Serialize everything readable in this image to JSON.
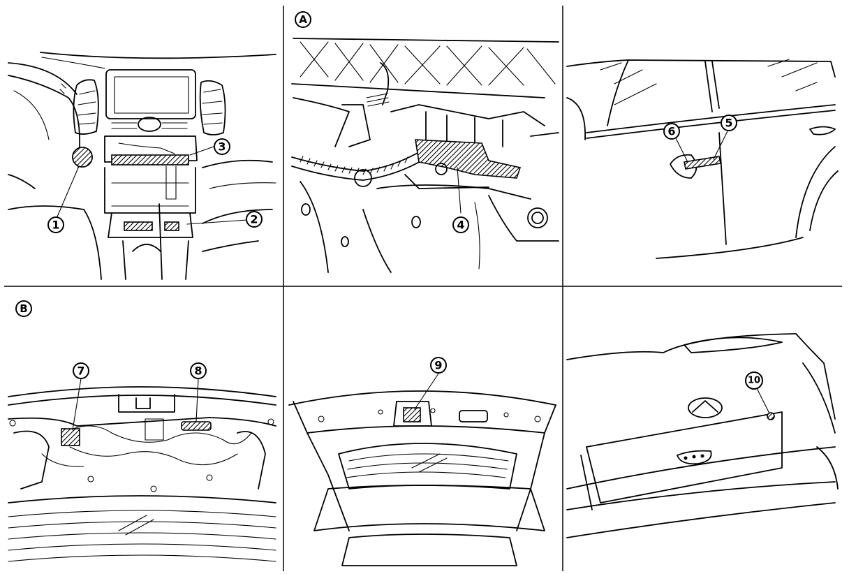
{
  "views": [
    {
      "label": "A"
    },
    {
      "label": "B"
    }
  ],
  "callouts": [
    {
      "label": "1"
    },
    {
      "label": "2"
    },
    {
      "label": "3"
    },
    {
      "label": "4"
    },
    {
      "label": "5"
    },
    {
      "label": "6"
    },
    {
      "label": "7"
    },
    {
      "label": "8"
    },
    {
      "label": "9"
    },
    {
      "label": "10"
    }
  ],
  "colors": {
    "line": "#000000",
    "background": "#ffffff"
  }
}
